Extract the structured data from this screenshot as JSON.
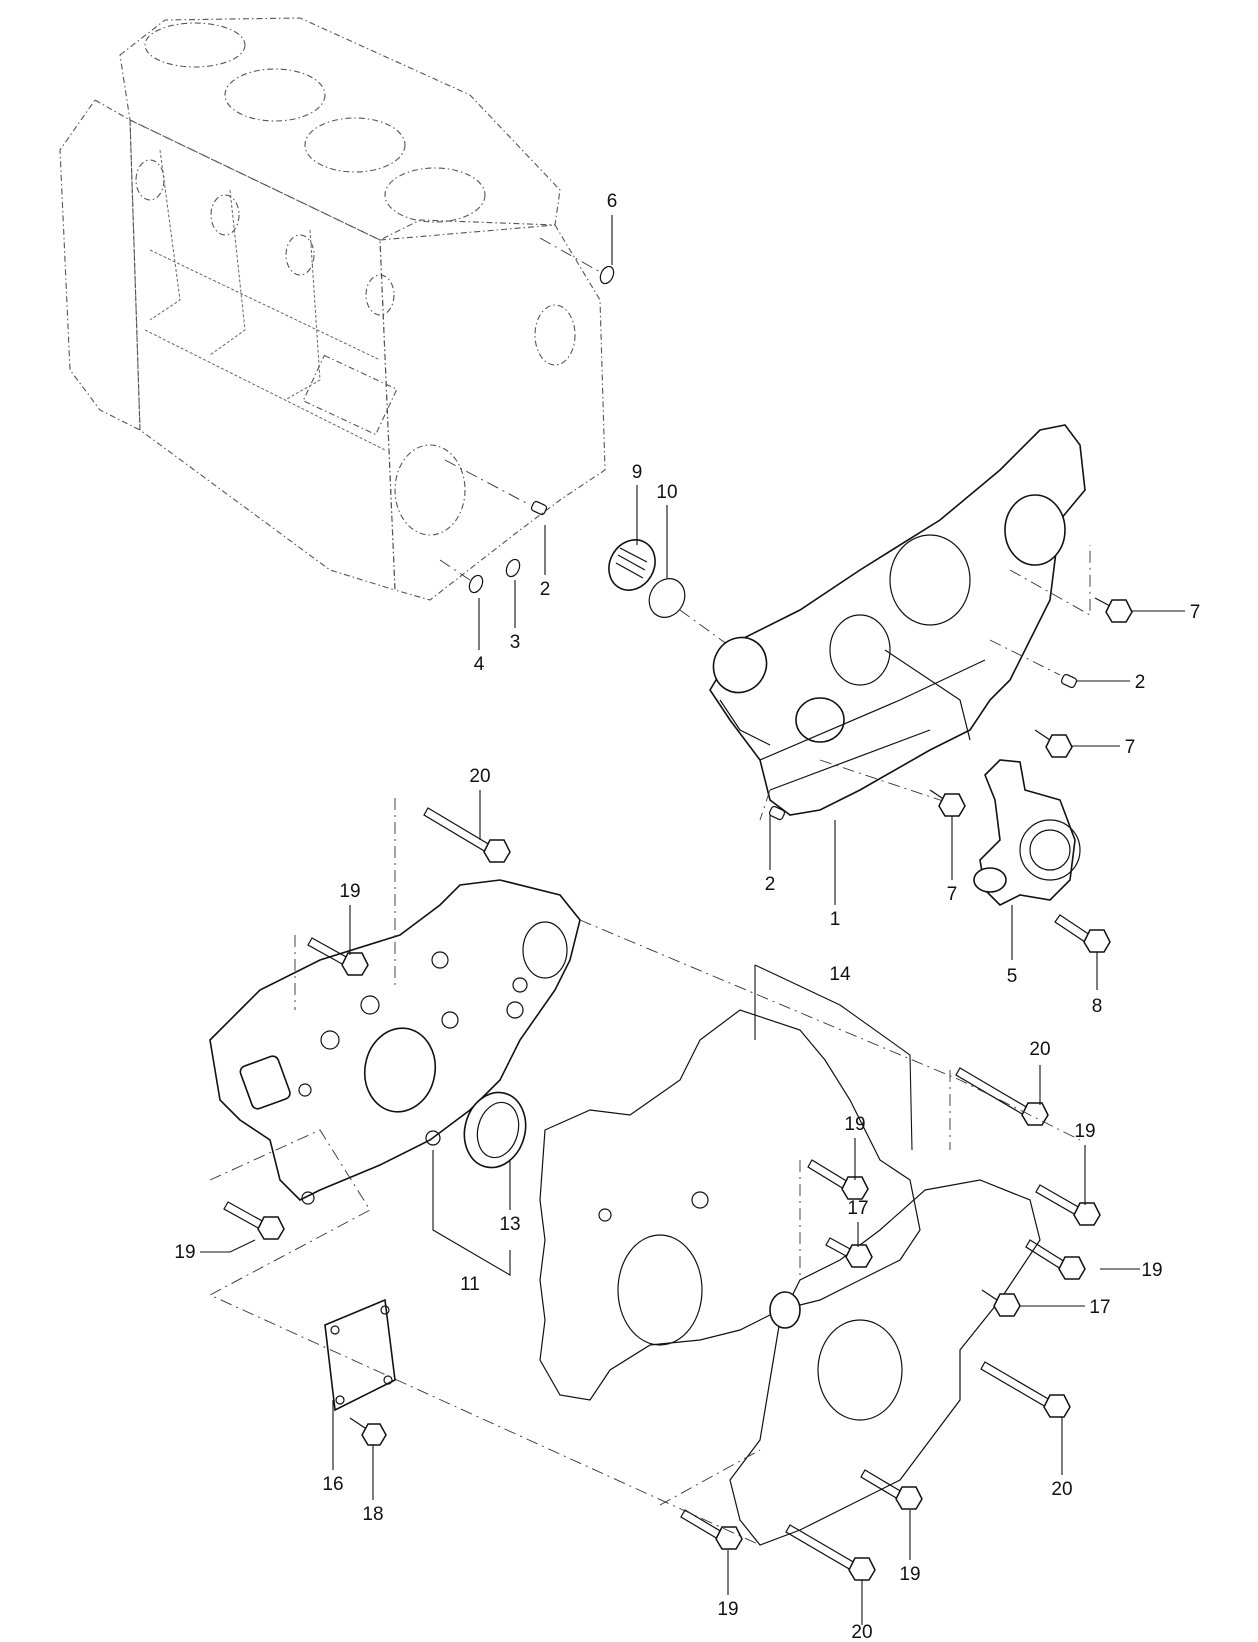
{
  "diagram": {
    "type": "exploded-parts-view",
    "callouts": [
      {
        "id": "c6",
        "label": "6"
      },
      {
        "id": "c2a",
        "label": "2"
      },
      {
        "id": "c3",
        "label": "3"
      },
      {
        "id": "c4",
        "label": "4"
      },
      {
        "id": "c9",
        "label": "9"
      },
      {
        "id": "c10",
        "label": "10"
      },
      {
        "id": "c7a",
        "label": "7"
      },
      {
        "id": "c2b",
        "label": "2"
      },
      {
        "id": "c7b",
        "label": "7"
      },
      {
        "id": "c20a",
        "label": "20"
      },
      {
        "id": "c2c",
        "label": "2"
      },
      {
        "id": "c1",
        "label": "1"
      },
      {
        "id": "c7c",
        "label": "7"
      },
      {
        "id": "c5",
        "label": "5"
      },
      {
        "id": "c8",
        "label": "8"
      },
      {
        "id": "c19a",
        "label": "19"
      },
      {
        "id": "c14",
        "label": "14"
      },
      {
        "id": "c20b",
        "label": "20"
      },
      {
        "id": "c19b",
        "label": "19"
      },
      {
        "id": "c19c",
        "label": "19"
      },
      {
        "id": "c17a",
        "label": "17"
      },
      {
        "id": "c19d",
        "label": "19"
      },
      {
        "id": "c17b",
        "label": "17"
      },
      {
        "id": "c19e",
        "label": "19"
      },
      {
        "id": "c13",
        "label": "13"
      },
      {
        "id": "c11",
        "label": "11"
      },
      {
        "id": "c16",
        "label": "16"
      },
      {
        "id": "c18",
        "label": "18"
      },
      {
        "id": "c20c",
        "label": "20"
      },
      {
        "id": "c19f",
        "label": "19"
      },
      {
        "id": "c20d",
        "label": "20"
      },
      {
        "id": "c19g",
        "label": "19"
      }
    ]
  }
}
